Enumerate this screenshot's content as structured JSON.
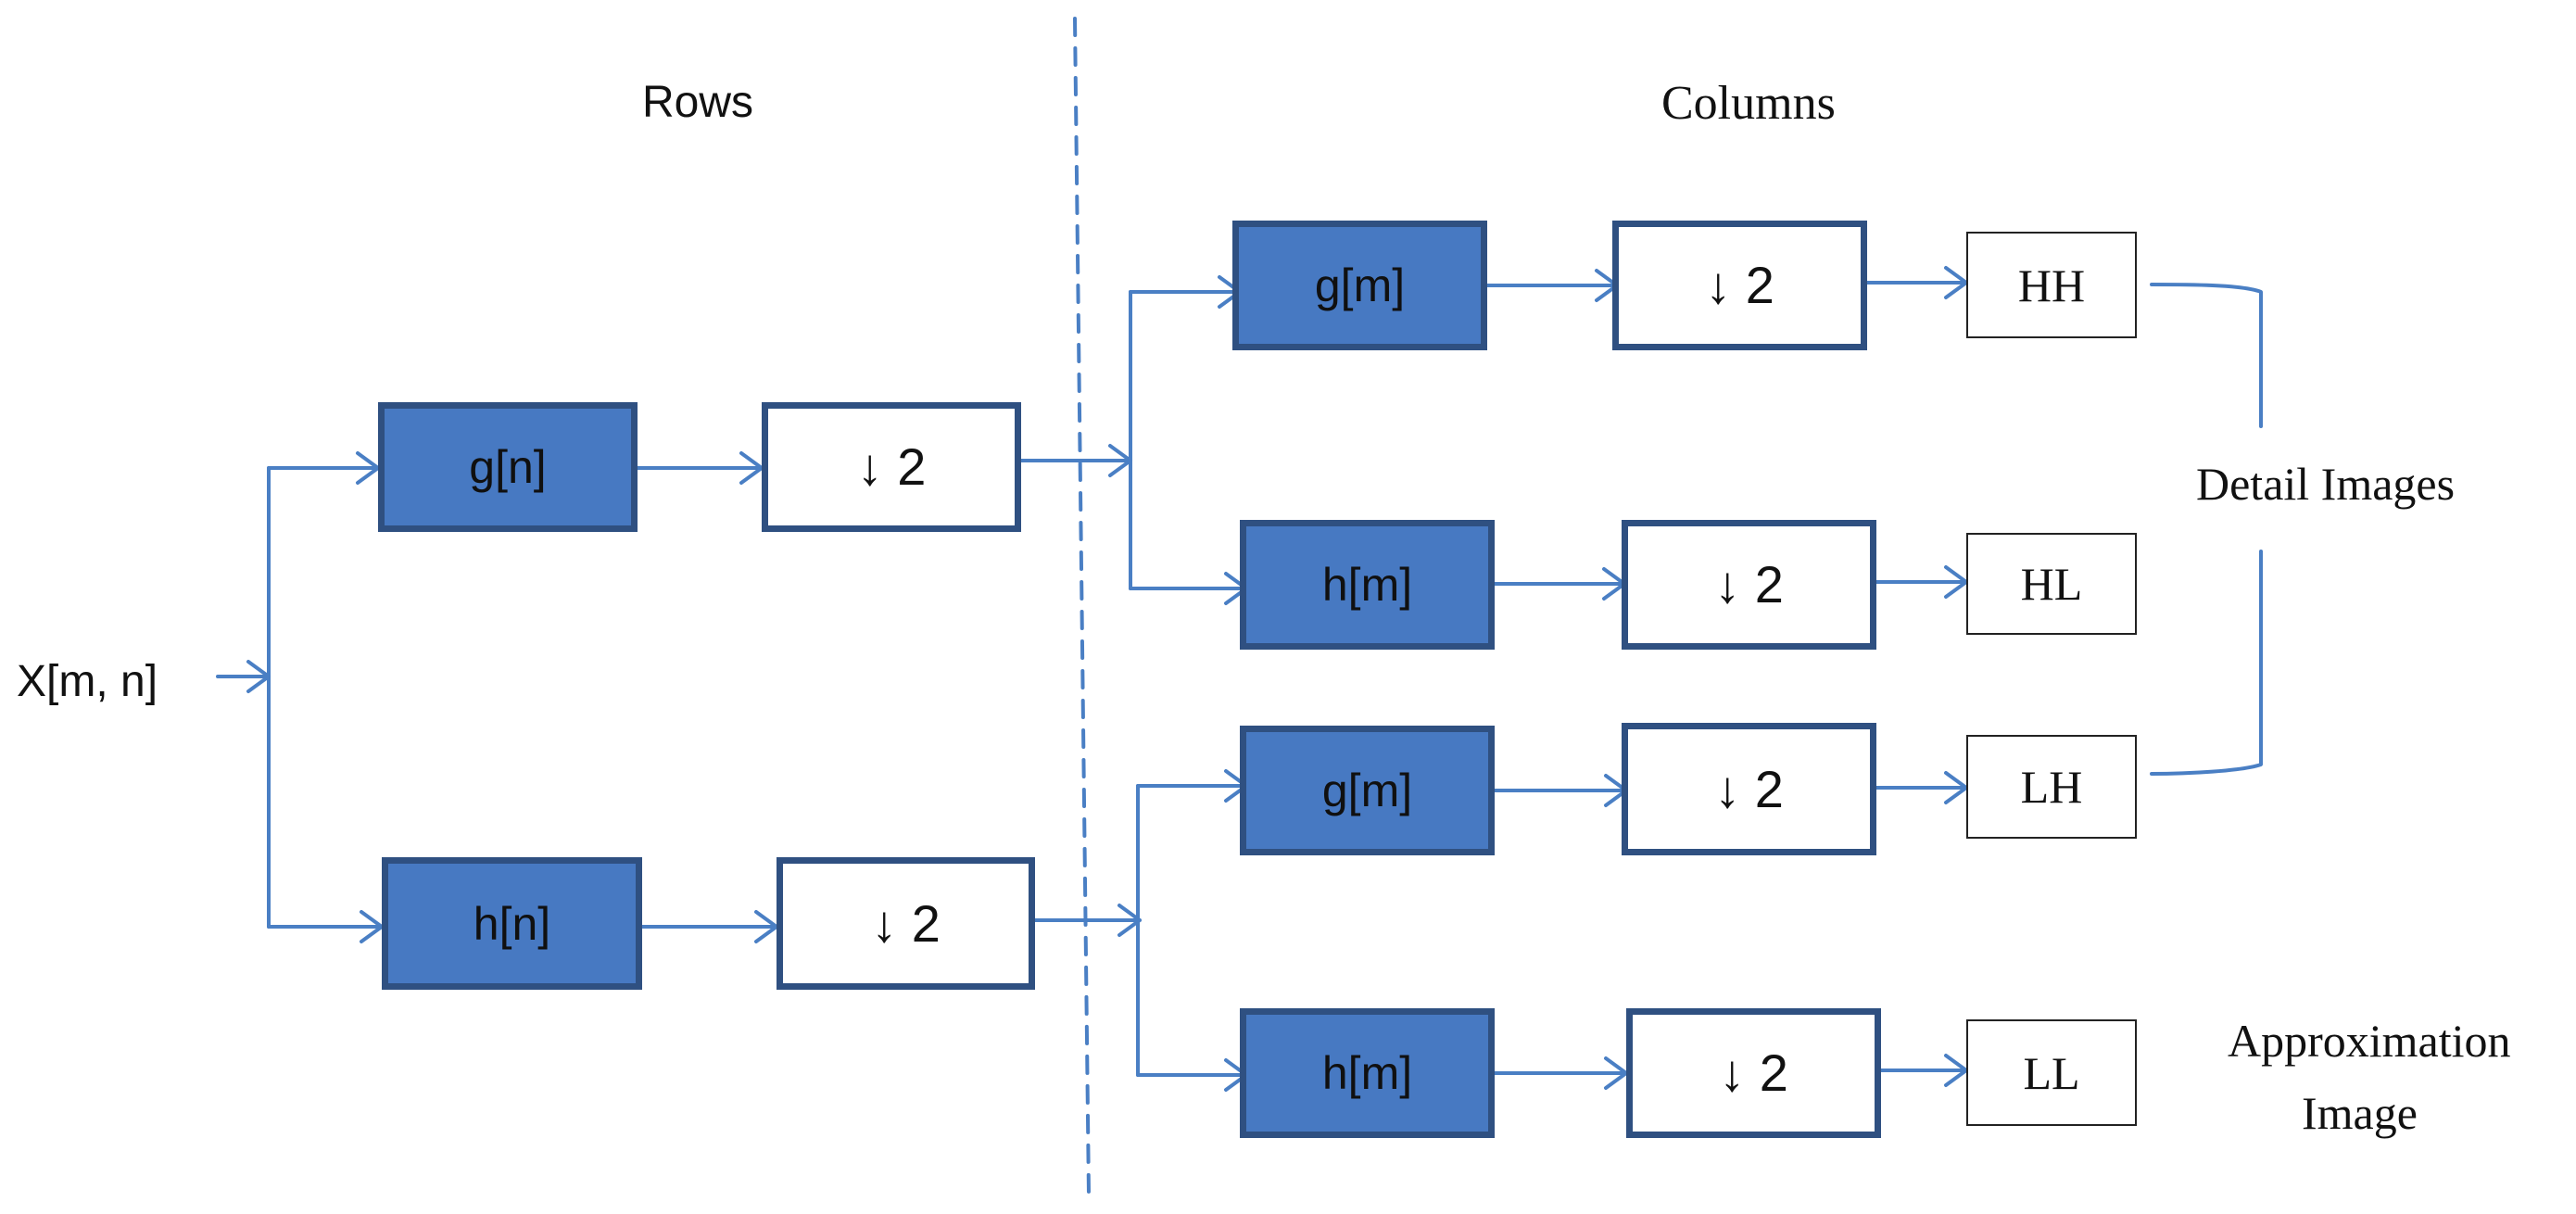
{
  "section_labels": {
    "rows": "Rows",
    "columns": "Columns"
  },
  "input_label": "X[m, n]",
  "row_stage": {
    "high_filter": "g[n]",
    "low_filter": "h[n]",
    "downsample_top": "↓ 2",
    "downsample_bottom": "↓ 2"
  },
  "column_stage": {
    "branch_hh": {
      "filter": "g[m]",
      "downsample": "↓ 2",
      "output": "HH"
    },
    "branch_hl": {
      "filter": "h[m]",
      "downsample": "↓ 2",
      "output": "HL"
    },
    "branch_lh": {
      "filter": "g[m]",
      "downsample": "↓ 2",
      "output": "LH"
    },
    "branch_ll": {
      "filter": "h[m]",
      "downsample": "↓ 2",
      "output": "LL"
    }
  },
  "group_labels": {
    "detail": "Detail Images",
    "approximation_line1": "Approximation",
    "approximation_line2": "Image"
  },
  "colors": {
    "filter_fill": "#4779c2",
    "box_border": "#2f5081",
    "connector": "#4a7fc4",
    "text": "#111111"
  }
}
